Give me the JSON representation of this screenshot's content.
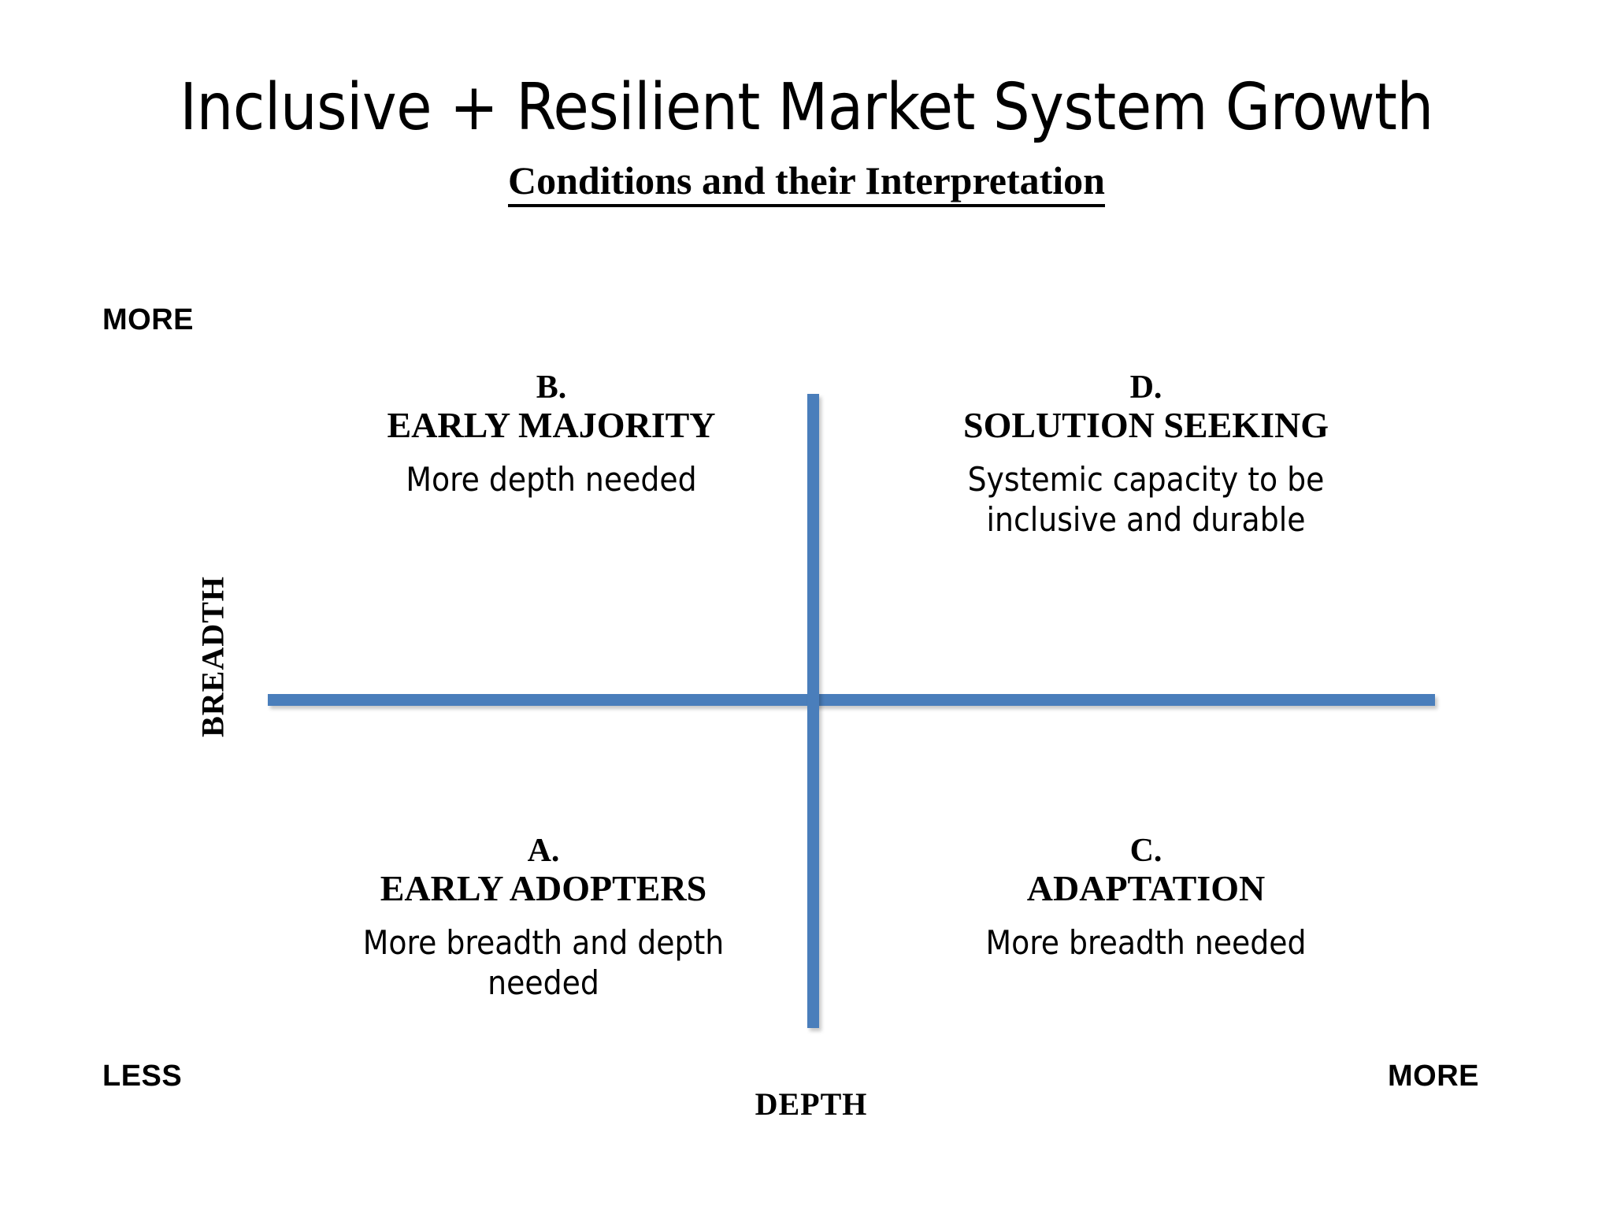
{
  "slide": {
    "title": "Inclusive + Resilient Market System Growth",
    "subtitle": "Conditions and their Interpretation",
    "accent_color": "#4a7ebb",
    "text_color": "#000000",
    "background_color": "#ffffff"
  },
  "axes": {
    "vertical": {
      "name": "BREADTH",
      "high_label": "MORE",
      "low_label": "LESS"
    },
    "horizontal": {
      "name": "DEPTH",
      "high_label": "MORE"
    }
  },
  "quadrants": [
    {
      "key": "b",
      "letter": "B.",
      "name": "EARLY MAJORITY",
      "description": "More depth needed",
      "position": "top-left",
      "breadth": "more",
      "depth": "less"
    },
    {
      "key": "d",
      "letter": "D.",
      "name": "SOLUTION SEEKING",
      "description": "Systemic capacity to be inclusive and durable",
      "position": "top-right",
      "breadth": "more",
      "depth": "more"
    },
    {
      "key": "a",
      "letter": "A.",
      "name": "EARLY ADOPTERS",
      "description": "More breadth and depth needed",
      "position": "bottom-left",
      "breadth": "less",
      "depth": "less"
    },
    {
      "key": "c",
      "letter": "C.",
      "name": "ADAPTATION",
      "description": "More breadth needed",
      "position": "bottom-right",
      "breadth": "less",
      "depth": "more"
    }
  ],
  "chart_data": {
    "type": "scatter",
    "title": "Inclusive + Resilient Market System Growth",
    "subtitle": "Conditions and their Interpretation",
    "xlabel": "DEPTH",
    "ylabel": "BREADTH",
    "xticklabels": [
      "LESS",
      "MORE"
    ],
    "yticklabels": [
      "LESS",
      "MORE"
    ],
    "grid": false,
    "legend": "none",
    "annotations": [
      {
        "quadrant": "top-left",
        "letter": "B.",
        "label": "EARLY MAJORITY",
        "note": "More depth needed"
      },
      {
        "quadrant": "top-right",
        "letter": "D.",
        "label": "SOLUTION SEEKING",
        "note": "Systemic capacity to be inclusive and durable"
      },
      {
        "quadrant": "bottom-left",
        "letter": "A.",
        "label": "EARLY ADOPTERS",
        "note": "More breadth and depth needed"
      },
      {
        "quadrant": "bottom-right",
        "letter": "C.",
        "label": "ADAPTATION",
        "note": "More breadth needed"
      }
    ]
  }
}
